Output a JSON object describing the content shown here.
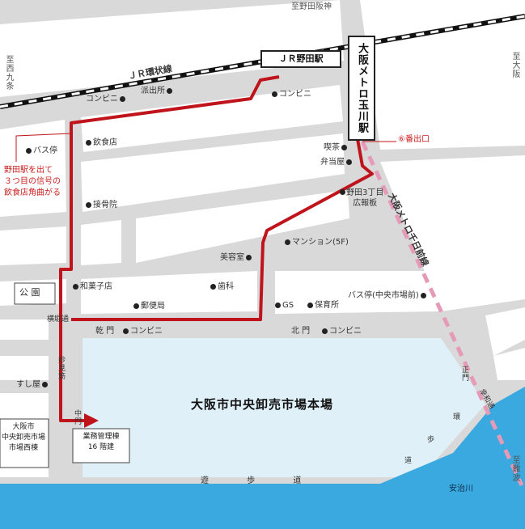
{
  "colors": {
    "route": "#c0141c",
    "road": "#d9d9d9",
    "block": "#ffffff",
    "market": "#dff0f8",
    "water": "#3aa9df",
    "metro_line": "#e59bb7"
  },
  "edges": {
    "top": "至野田阪神",
    "left": "至西九条",
    "right": "至大阪",
    "bottom_right": "至難波"
  },
  "jr": {
    "line": "ＪＲ環状線",
    "station": "ＪＲ野田駅"
  },
  "metro": {
    "station": "大阪メトロ玉川駅",
    "line": "大阪メトロ千日前線",
    "exit": "⑥番出口"
  },
  "pois": {
    "conv1": "コンビニ",
    "police": "派出所",
    "conv2": "コンビニ",
    "bus_left": "バス停",
    "restaurant": "飲食店",
    "cafe": "喫茶",
    "bento": "弁当屋",
    "noticeboard": "野田3丁目\n広報板",
    "bone": "接骨院",
    "mansion": "マンション(5F)",
    "beauty": "美容室",
    "park": "公 園",
    "wagashi": "和菓子店",
    "dental": "歯科",
    "post": "郵便局",
    "gs": "GS",
    "nursery": "保育所",
    "bus_market": "バス停(中央市場前)",
    "inui": "乾 門",
    "conv3": "コンビニ",
    "kita": "北 門",
    "conv4": "コンビニ",
    "sushi": "すし屋"
  },
  "roads": {
    "yokobori": "横堀通",
    "myoken": "妙見筋",
    "naka": "中門",
    "sho": "正門",
    "kouwa": "幸和通",
    "yuhodo": "遊 歩 道",
    "river": "安治川",
    "street_a": "環",
    "street_b": "歩",
    "street_c": "道"
  },
  "note": "野田駅を出て\n３つ目の信号の\n飲食店角曲がる",
  "market": {
    "title": "大阪市中央卸売市場本場",
    "west": "大阪市\n中央卸売市場\n市場西棟",
    "admin": "業務管理棟\n16 階建"
  }
}
